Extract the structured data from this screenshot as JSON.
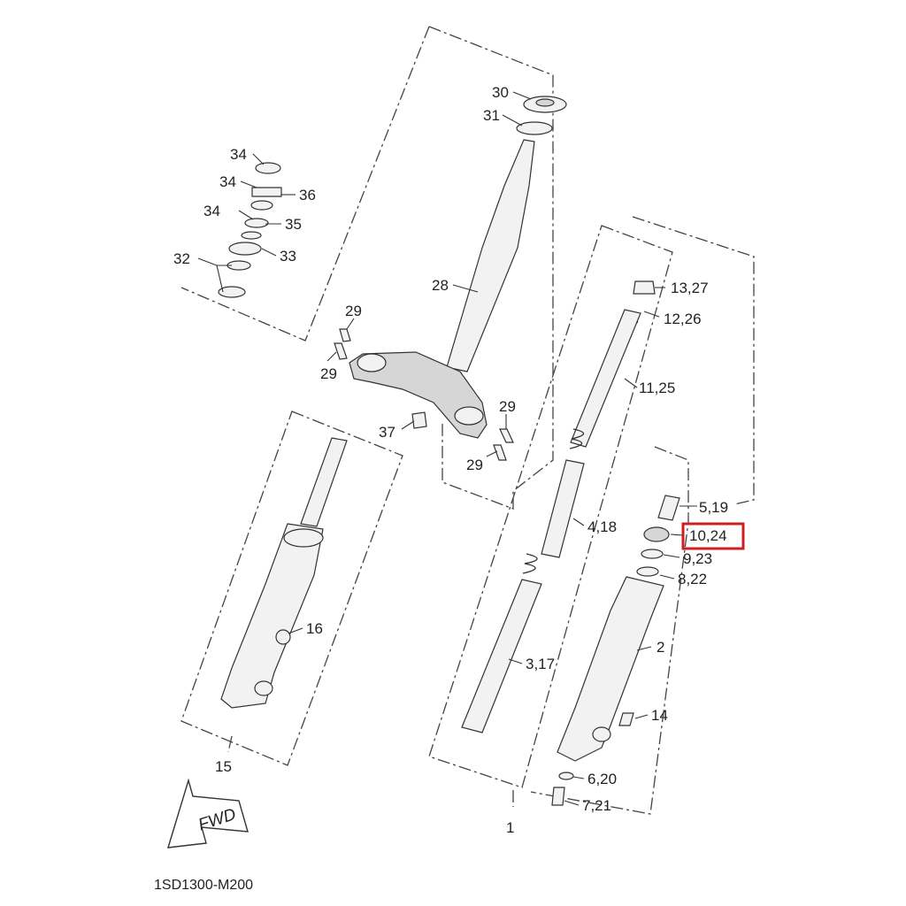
{
  "diagram": {
    "drawing_code": "1SD1300-M200",
    "direction_label": "FWD",
    "highlighted_callout": "10,24",
    "highlight_color": "#cc1f1f",
    "callouts": {
      "p30": "30",
      "p31": "31",
      "p34a": "34",
      "p34b": "34",
      "p34c": "34",
      "p36": "36",
      "p35": "35",
      "p33": "33",
      "p32": "32",
      "p28": "28",
      "p29a": "29",
      "p29b": "29",
      "p29c": "29",
      "p29d": "29",
      "p37": "37",
      "p13": "13,27",
      "p12": "12,26",
      "p11": "11,25",
      "p4": "4,18",
      "p5": "5,19",
      "p10": "10,24",
      "p9": "9,23",
      "p8": "8,22",
      "p16": "16",
      "p2": "2",
      "p3": "3,17",
      "p14": "14",
      "p6": "6,20",
      "p7": "7,21",
      "p15": "15",
      "p1": "1"
    }
  }
}
